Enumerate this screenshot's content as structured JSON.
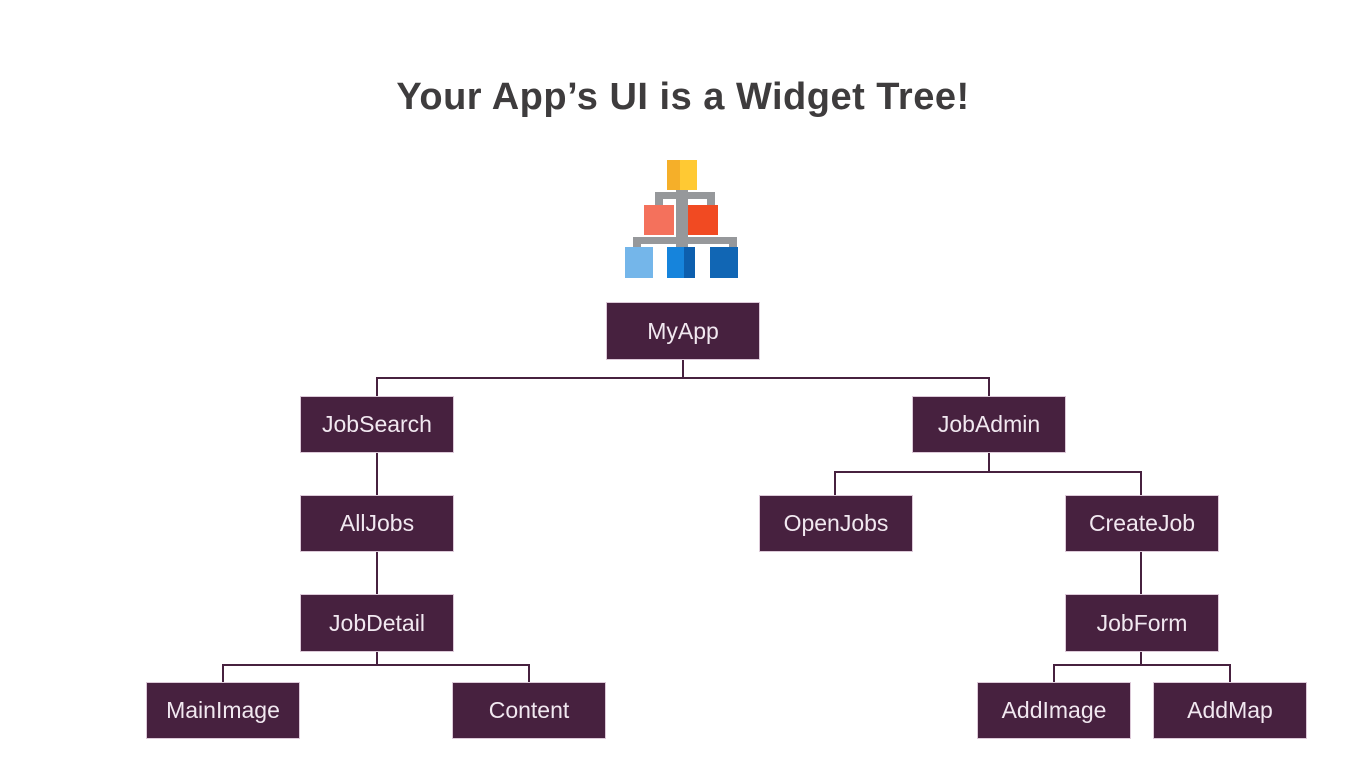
{
  "slide": {
    "title": "Your App’s UI is a Widget Tree!"
  },
  "icon": {
    "name": "widget-tree-icon"
  },
  "nodes": {
    "myapp": {
      "label": "MyApp"
    },
    "jobsearch": {
      "label": "JobSearch"
    },
    "jobadmin": {
      "label": "JobAdmin"
    },
    "alljobs": {
      "label": "AllJobs"
    },
    "openjobs": {
      "label": "OpenJobs"
    },
    "createjob": {
      "label": "CreateJob"
    },
    "jobdetail": {
      "label": "JobDetail"
    },
    "jobform": {
      "label": "JobForm"
    },
    "mainimage": {
      "label": "MainImage"
    },
    "content": {
      "label": "Content"
    },
    "addimage": {
      "label": "AddImage"
    },
    "addmap": {
      "label": "AddMap"
    }
  },
  "hierarchy": {
    "MyApp": {
      "JobSearch": {
        "AllJobs": {
          "JobDetail": {
            "MainImage": {},
            "Content": {}
          }
        }
      },
      "JobAdmin": {
        "OpenJobs": {},
        "CreateJob": {
          "JobForm": {
            "AddImage": {},
            "AddMap": {}
          }
        }
      }
    }
  },
  "colors": {
    "background": "#ffffff",
    "title_text": "#3e3c3d",
    "node_bg": "#47213f",
    "node_text": "#f1e8f0",
    "node_border": "#dcc9d8",
    "connector": "#47213f",
    "icon_gray": "#96989b",
    "icon_yellow": "#ffc933",
    "icon_yellow_dark": "#f5af29",
    "icon_coral": "#f4715c",
    "icon_vermilion": "#f14a22",
    "icon_blue_light": "#74b6ea",
    "icon_blue": "#1684dc",
    "icon_blue_dark": "#0d5fae",
    "icon_blue_right": "#1166b4"
  }
}
